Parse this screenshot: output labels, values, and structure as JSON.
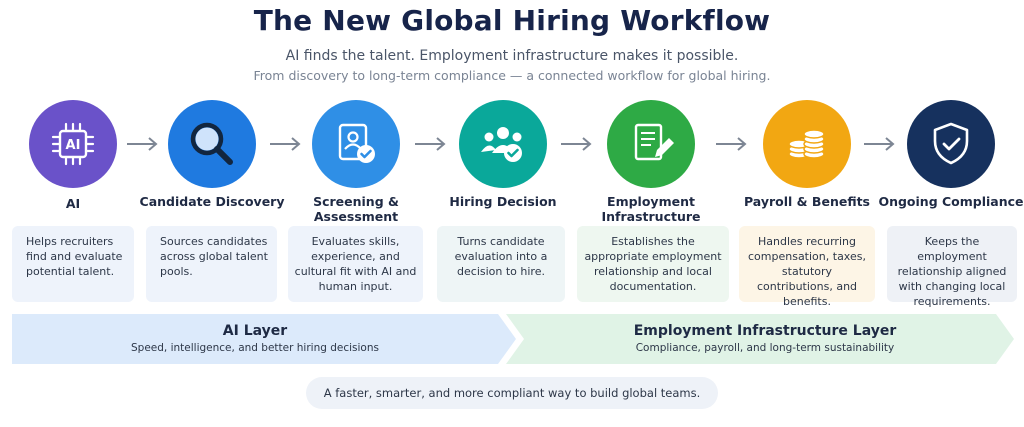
{
  "header": {
    "title": "The New Global Hiring Workflow",
    "subtitle": "AI finds the talent. Employment infrastructure makes it possible.",
    "tagline": "From discovery to long-term compliance — a connected workflow for global hiring."
  },
  "steps": [
    {
      "label": "AI",
      "icon": "ai-chip-icon",
      "color": "#6a52c9",
      "description": "Helps recruiters find and evaluate potential talent."
    },
    {
      "label": "Candidate Discovery",
      "icon": "magnifier-icon",
      "color": "#1f7ae0",
      "description": "Sources candidates across global talent pools."
    },
    {
      "label": "Screening & Assessment",
      "icon": "profile-check-icon",
      "color": "#2f8fe6",
      "description": "Evaluates skills, experience, and cultural fit with AI and human input."
    },
    {
      "label": "Hiring Decision",
      "icon": "team-check-icon",
      "color": "#0aa89a",
      "description": "Turns candidate evaluation into a decision to hire."
    },
    {
      "label": "Employment Infrastructure",
      "icon": "document-pen-icon",
      "color": "#2eaa45",
      "description": "Establishes the appropriate employment relationship and local documentation."
    },
    {
      "label": "Payroll & Benefits",
      "icon": "coins-icon",
      "color": "#f2a712",
      "description": "Handles recurring compensation, taxes, statutory contributions, and benefits."
    },
    {
      "label": "Ongoing Compliance",
      "icon": "shield-check-icon",
      "color": "#16315e",
      "description": "Keeps the employment relationship aligned with changing local requirements."
    }
  ],
  "layers": [
    {
      "title": "AI Layer",
      "subtitle": "Speed, intelligence, and better hiring decisions",
      "color": "#dceafb"
    },
    {
      "title": "Employment Infrastructure Layer",
      "subtitle": "Compliance, payroll, and long-term sustainability",
      "color": "#e0f3e6"
    }
  ],
  "footer": {
    "text": "A faster, smarter, and more compliant way to build global teams."
  },
  "colors": {
    "title": "#17244a",
    "desc_blue": "#eef3fb",
    "desc_green": "#eef7f0",
    "desc_yellow": "#fdf5e6",
    "arrow": "#7d8694"
  }
}
